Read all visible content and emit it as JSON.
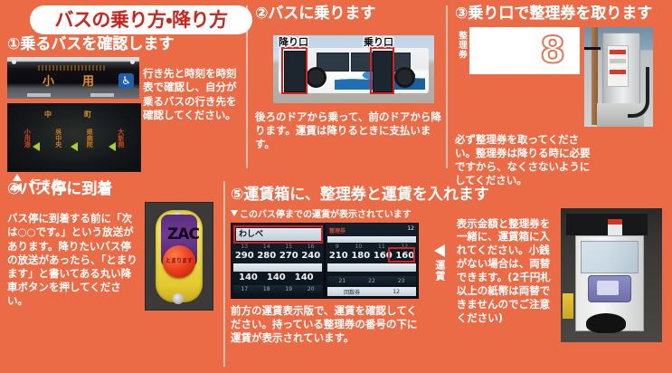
{
  "poster": {
    "title": "バスの乗り方・降り方",
    "background_color": "#EC6B47",
    "title_color": "#C9261E"
  },
  "panels": [
    {
      "id": "panel-1",
      "heading": "①乗るバスを確認します",
      "text": "行き先と時刻を時刻表で確認し、自分が乗るバスの行き先を確認してください。",
      "photo_caption": "行き先",
      "bus_sign_text": "小　用",
      "led_board": {
        "top_label": "中　町",
        "columns": [
          "小用港",
          "呉中央",
          "県病院",
          "大新開"
        ]
      }
    },
    {
      "id": "panel-2",
      "heading": "②バスに乗ります",
      "text": "後ろのドアから乗って、前のドアから降ります。運賃は降りるときに支払います。",
      "labels": {
        "exit_door": "降り口",
        "entry_door": "乗り口"
      }
    },
    {
      "id": "panel-3",
      "heading": "③乗り口で整理券を取ります",
      "text": "必ず整理券を取ってください。整理券は降りる時に必要ですから、なくさないようにしてください。",
      "ticket_label": "整理券",
      "ticket_number": "8"
    },
    {
      "id": "panel-4",
      "heading": "④バス停に到着",
      "text": "バス停に到着する前に「次は○○です。」という放送があります。降りたいバス停の放送があったら、「とまります」と書いてある丸い降車ボタンを押してください。",
      "button_label": "とまります",
      "button_mark": "ZAC"
    },
    {
      "id": "panel-5",
      "heading": "⑤運賃箱に、整理券と運賃を入れます",
      "caption": "このバス停までの運賃が表示されています",
      "text_left": "前方の運賃表示版で、運賃を確認してください。持っている整理券の番号の下に運賃が表示されています。",
      "text_right": "表示金額と整理券を一緒に、運賃箱に入れてください。小銭がない場合は、両替できます。(2千円札以上の紙幣は両替できませんのでご注意ください)",
      "fare_arrow_label": "運賃",
      "fare_display": {
        "stop_name": "わしべ",
        "left_panel": {
          "header": "",
          "row_numbers_1": [
            "290",
            "280",
            "270",
            "240"
          ],
          "row_index_1": [
            "13",
            "14",
            "15",
            "16"
          ],
          "row_numbers_2": [
            "140",
            "140",
            "140"
          ],
          "row_index_2": [
            "17",
            "18",
            "19",
            "20"
          ]
        },
        "right_panel": {
          "header": "整理券",
          "corner": "12",
          "row_numbers_1": [
            "210",
            "180",
            "160",
            "160"
          ],
          "row_index_1": [
            "9",
            "10",
            "11",
            "12"
          ],
          "row_index_2": [
            "21",
            "22",
            "23"
          ],
          "bottom_cells": [
            "回数券",
            "12"
          ],
          "highlighted_fare": "160"
        }
      }
    }
  ]
}
